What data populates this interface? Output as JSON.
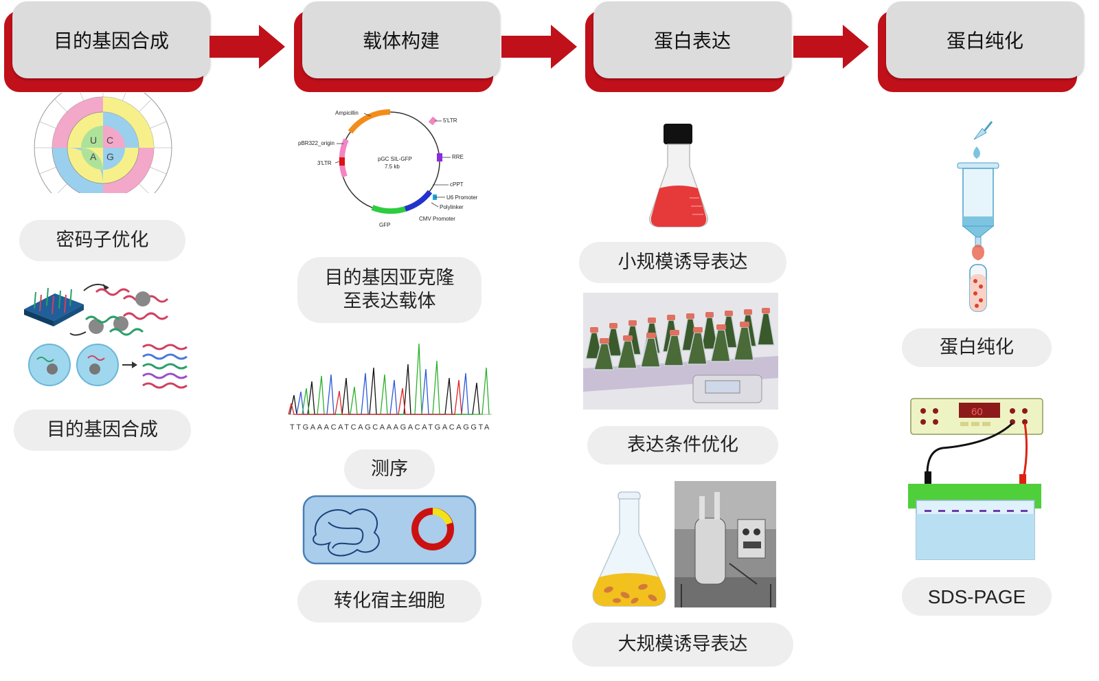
{
  "steps": [
    {
      "title": "目的基因合成"
    },
    {
      "title": "载体构建"
    },
    {
      "title": "蛋白表达"
    },
    {
      "title": "蛋白纯化"
    }
  ],
  "col1": {
    "codon_label": "密码子优化",
    "synthesis_label": "目的基因合成"
  },
  "col2": {
    "subclone_line1": "目的基因亚克隆",
    "subclone_line2": "至表达载体",
    "sequencing_label": "测序",
    "transform_label": "转化宿主细胞",
    "plasmid": {
      "name": "pGC SIL-GFP",
      "size": "7.5 kb",
      "features": [
        "Ampicillin",
        "5'LTR",
        "RRE",
        "cPPT",
        "U6 Promoter",
        "Polylinker",
        "CMV  Promoter",
        "GFP",
        "3'LTR",
        "pBR322_origin"
      ]
    },
    "sequence": "TTGAAACATCAGCAAAGACATGACAGGTA"
  },
  "col3": {
    "small_label": "小规模诱导表达",
    "conditions_label": "表达条件优化",
    "large_label": "大规模诱导表达"
  },
  "col4": {
    "purify_label": "蛋白纯化",
    "sds_label": "SDS-PAGE",
    "display_value": "60"
  },
  "colors": {
    "accent": "#c0101a",
    "header_bg": "#dcdcdc",
    "pill_bg": "#eeeeee"
  }
}
